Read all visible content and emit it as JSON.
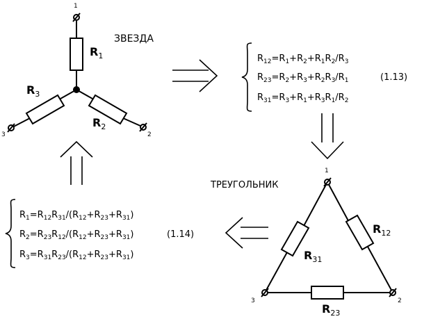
{
  "star": {
    "title": "ЗВЕЗДА",
    "node_labels": [
      "1",
      "2",
      "3"
    ],
    "resistors": [
      {
        "main": "R",
        "sub": "1"
      },
      {
        "main": "R",
        "sub": "2"
      },
      {
        "main": "R",
        "sub": "3"
      }
    ]
  },
  "triangle": {
    "title": "ТРЕУГОЛЬНИК",
    "node_labels": [
      "1",
      "2",
      "3"
    ],
    "resistors": [
      {
        "main": "R",
        "sub": "12"
      },
      {
        "main": "R",
        "sub": "31"
      },
      {
        "main": "R",
        "sub": "23"
      }
    ]
  },
  "formulas_1_13": {
    "tag": "(1.13)",
    "lines": [
      [
        [
          "R",
          "12"
        ],
        [
          "=R",
          ""
        ],
        [
          "",
          "1"
        ],
        [
          "+R",
          ""
        ],
        [
          "",
          "2"
        ],
        [
          "+R",
          ""
        ],
        [
          "",
          "1"
        ],
        [
          "R",
          ""
        ],
        [
          "",
          "2"
        ],
        [
          "/R",
          ""
        ],
        [
          "",
          "3"
        ]
      ],
      [
        [
          "R",
          "23"
        ],
        [
          "=R",
          ""
        ],
        [
          "",
          "2"
        ],
        [
          "+R",
          ""
        ],
        [
          "",
          "3"
        ],
        [
          "+R",
          ""
        ],
        [
          "",
          "2"
        ],
        [
          "R",
          ""
        ],
        [
          "",
          "3"
        ],
        [
          "/R",
          ""
        ],
        [
          "",
          "1"
        ]
      ],
      [
        [
          "R",
          "31"
        ],
        [
          "=R",
          ""
        ],
        [
          "",
          "3"
        ],
        [
          "+R",
          ""
        ],
        [
          "",
          "1"
        ],
        [
          "+R",
          ""
        ],
        [
          "",
          "3"
        ],
        [
          "R",
          ""
        ],
        [
          "",
          "1"
        ],
        [
          "/R",
          ""
        ],
        [
          "",
          "2"
        ]
      ]
    ]
  },
  "formulas_1_14": {
    "tag": "(1.14)",
    "lines": [
      [
        [
          "R",
          "1"
        ],
        [
          "=R",
          ""
        ],
        [
          "",
          "12"
        ],
        [
          "R",
          ""
        ],
        [
          "",
          "31"
        ],
        [
          "/(R",
          ""
        ],
        [
          "",
          "12"
        ],
        [
          "+R",
          ""
        ],
        [
          "",
          "23"
        ],
        [
          "+R",
          ""
        ],
        [
          "",
          "31"
        ],
        [
          ")",
          ""
        ]
      ],
      [
        [
          "R",
          "2"
        ],
        [
          "=R",
          ""
        ],
        [
          "",
          "23"
        ],
        [
          "R",
          ""
        ],
        [
          "",
          "12"
        ],
        [
          "/(R",
          ""
        ],
        [
          "",
          "12"
        ],
        [
          "+R",
          ""
        ],
        [
          "",
          "23"
        ],
        [
          "+R",
          ""
        ],
        [
          "",
          "31"
        ],
        [
          ")",
          ""
        ]
      ],
      [
        [
          "R",
          "3"
        ],
        [
          "=R",
          ""
        ],
        [
          "",
          "31"
        ],
        [
          "R",
          ""
        ],
        [
          "",
          "23"
        ],
        [
          "/(R",
          ""
        ],
        [
          "",
          "12"
        ],
        [
          "+R",
          ""
        ],
        [
          "",
          "23"
        ],
        [
          "+R",
          ""
        ],
        [
          "",
          "31"
        ],
        [
          ")",
          ""
        ]
      ]
    ]
  }
}
